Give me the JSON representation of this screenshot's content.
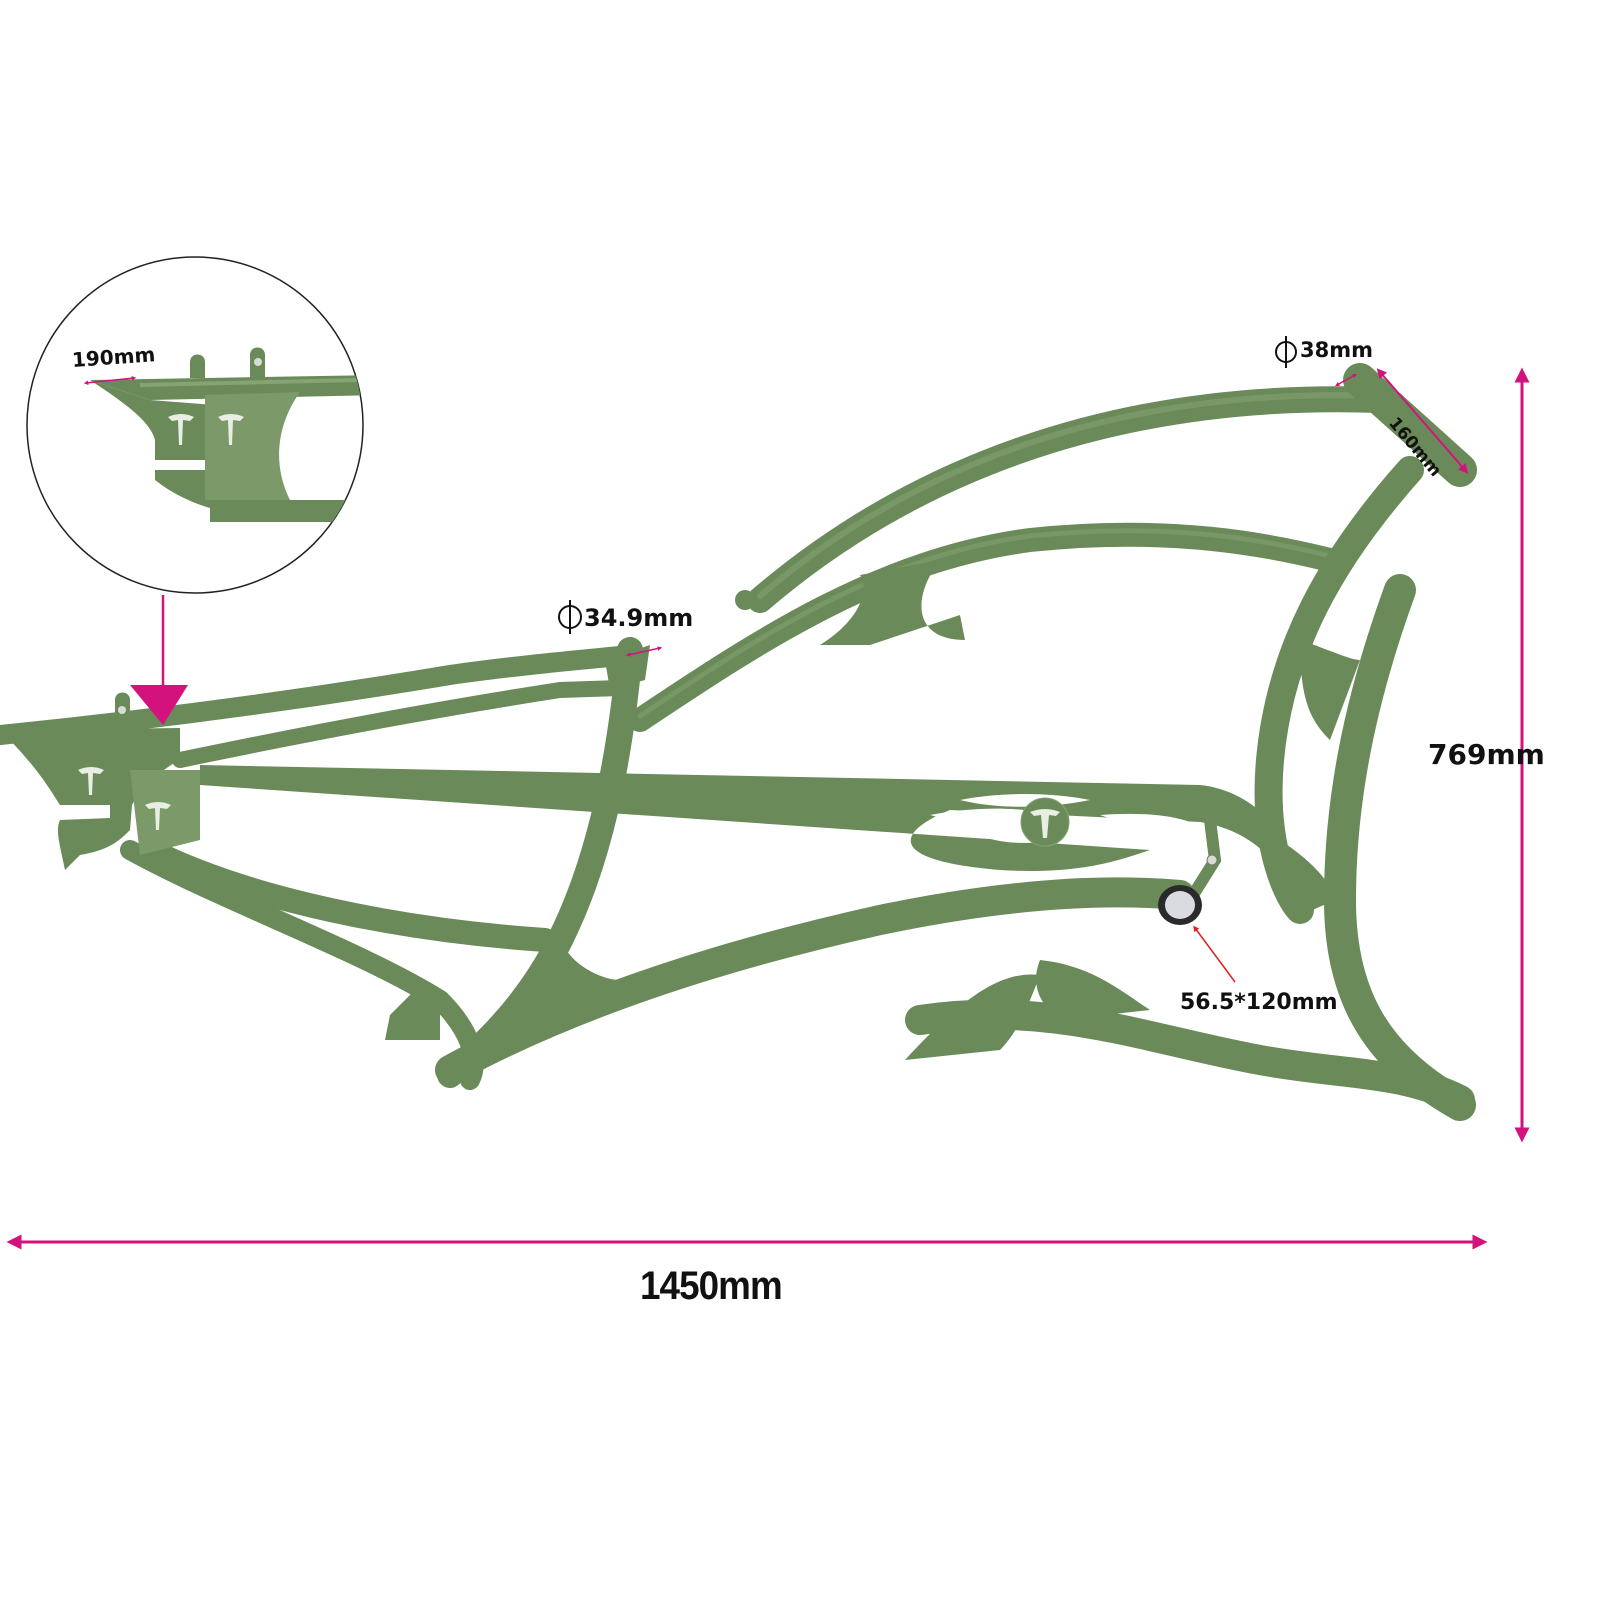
{
  "diagram": {
    "subject": "Chopper bicycle frame with dimensions",
    "frame_color": "#6b8a5a",
    "frame_highlight": "#86a373",
    "frame_shadow": "#4f6a42",
    "dimension_color": "#d4127e",
    "pointer_color": "#e02020"
  },
  "dimensions": {
    "rear_dropout_length": "190mm",
    "head_tube_diameter": "38mm",
    "head_tube_length": "160mm",
    "seat_tube_diameter": "34.9mm",
    "overall_height": "769mm",
    "bottom_bracket": "56.5*120mm",
    "overall_length": "1450mm"
  },
  "callouts": {
    "detail_circle": "Rear dropout detail (magnified)",
    "phi_symbol": "⏀"
  },
  "logo": {
    "glyph": "T"
  }
}
